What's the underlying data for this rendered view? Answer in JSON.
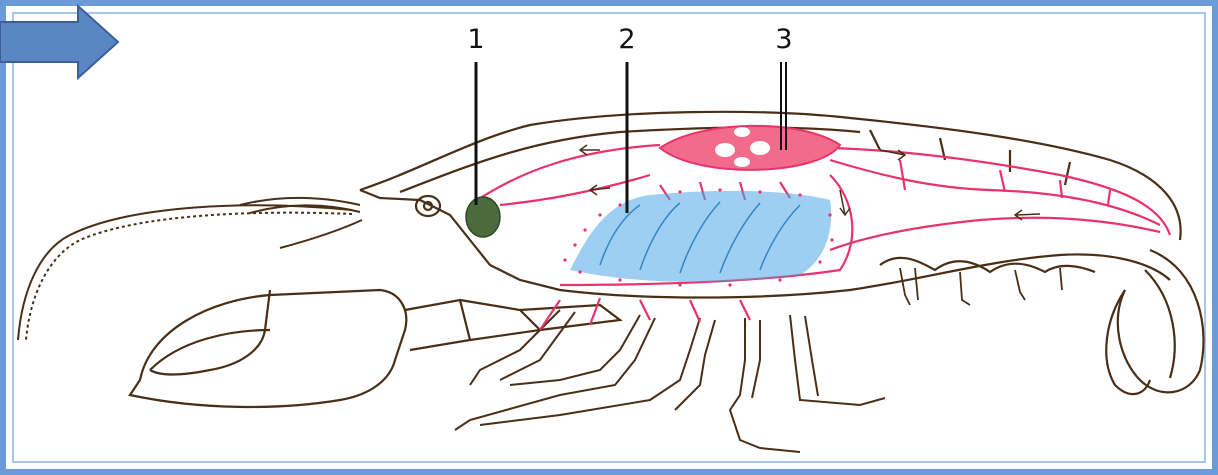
{
  "labels": [
    {
      "id": "1",
      "text": "1"
    },
    {
      "id": "2",
      "text": "2"
    },
    {
      "id": "3",
      "text": "3"
    }
  ],
  "colors": {
    "frame": "#6a9bd8",
    "arrow": "#5b86c4",
    "outline": "#4a2e16",
    "vessel": "#e8336b",
    "heart": "#f36b8a",
    "gills": "#4fa7e8",
    "brain": "#4b6b3c"
  },
  "icons": {
    "next": "right-arrow-icon"
  }
}
